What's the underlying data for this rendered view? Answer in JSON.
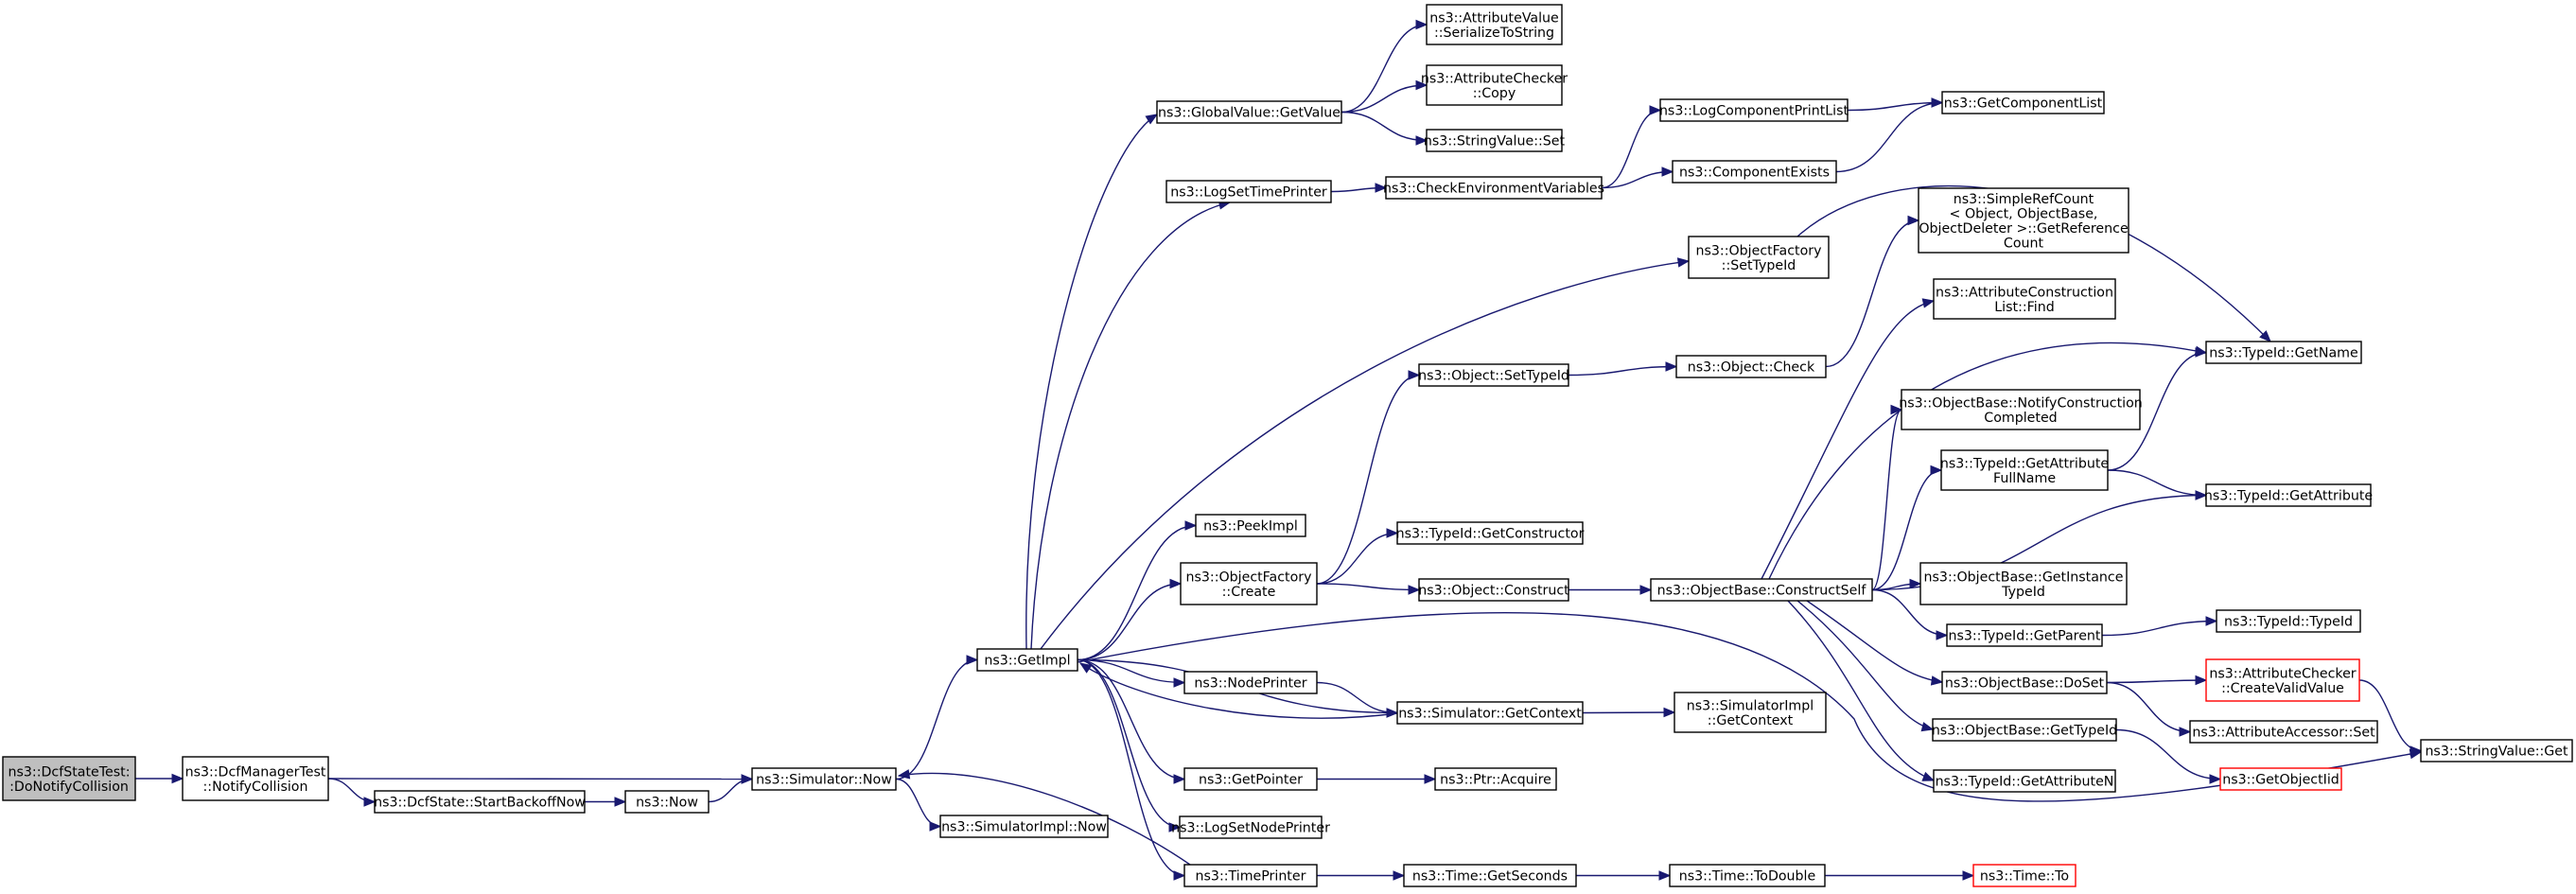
{
  "graph": {
    "title": "",
    "colors": {
      "edge": "#191970",
      "node_border": "#000000",
      "node_border_red": "#ff0000",
      "root_fill": "#bfbfbf"
    },
    "nodes": [
      {
        "id": "n0",
        "lines": [
          "ns3::DcfStateTest:",
          ":DoNotifyCollision"
        ],
        "root": true
      },
      {
        "id": "n1",
        "lines": [
          "ns3::DcfManagerTest",
          "::NotifyCollision"
        ]
      },
      {
        "id": "n2",
        "lines": [
          "ns3::DcfState::StartBackoffNow"
        ]
      },
      {
        "id": "n3",
        "lines": [
          "ns3::Now"
        ]
      },
      {
        "id": "n4",
        "lines": [
          "ns3::Simulator::Now"
        ]
      },
      {
        "id": "n5",
        "lines": [
          "ns3::SimulatorImpl::Now"
        ]
      },
      {
        "id": "n6",
        "lines": [
          "ns3::GetImpl"
        ]
      },
      {
        "id": "n7",
        "lines": [
          "ns3::GlobalValue::GetValue"
        ]
      },
      {
        "id": "n8",
        "lines": [
          "ns3::AttributeValue",
          "::SerializeToString"
        ]
      },
      {
        "id": "n9",
        "lines": [
          "ns3::AttributeChecker",
          "::Copy"
        ]
      },
      {
        "id": "n10",
        "lines": [
          "ns3::StringValue::Set"
        ]
      },
      {
        "id": "n11",
        "lines": [
          "ns3::LogSetTimePrinter"
        ]
      },
      {
        "id": "n12",
        "lines": [
          "ns3::CheckEnvironmentVariables"
        ]
      },
      {
        "id": "n13",
        "lines": [
          "ns3::LogComponentPrintList"
        ]
      },
      {
        "id": "n14",
        "lines": [
          "ns3::GetComponentList"
        ]
      },
      {
        "id": "n15",
        "lines": [
          "ns3::ComponentExists"
        ]
      },
      {
        "id": "n16",
        "lines": [
          "ns3::ObjectFactory",
          "::SetTypeId"
        ]
      },
      {
        "id": "n17",
        "lines": [
          "ns3::TypeId::GetName"
        ]
      },
      {
        "id": "n18",
        "lines": [
          "ns3::SimpleRefCount",
          "< Object, ObjectBase,",
          "ObjectDeleter >::GetReference",
          "Count"
        ]
      },
      {
        "id": "n19",
        "lines": [
          "ns3::AttributeConstruction",
          "List::Find"
        ]
      },
      {
        "id": "n20",
        "lines": [
          "ns3::Object::SetTypeId"
        ]
      },
      {
        "id": "n21",
        "lines": [
          "ns3::Object::Check"
        ]
      },
      {
        "id": "n22",
        "lines": [
          "ns3::ObjectBase::NotifyConstruction",
          "Completed"
        ]
      },
      {
        "id": "n23",
        "lines": [
          "ns3::TypeId::GetAttribute",
          "FullName"
        ]
      },
      {
        "id": "n24",
        "lines": [
          "ns3::TypeId::GetAttribute"
        ]
      },
      {
        "id": "n25",
        "lines": [
          "ns3::PeekImpl"
        ]
      },
      {
        "id": "n26",
        "lines": [
          "ns3::TypeId::GetConstructor"
        ]
      },
      {
        "id": "n27",
        "lines": [
          "ns3::ObjectFactory",
          "::Create"
        ]
      },
      {
        "id": "n28",
        "lines": [
          "ns3::Object::Construct"
        ]
      },
      {
        "id": "n29",
        "lines": [
          "ns3::ObjectBase::ConstructSelf"
        ]
      },
      {
        "id": "n30",
        "lines": [
          "ns3::ObjectBase::GetInstance",
          "TypeId"
        ]
      },
      {
        "id": "n31",
        "lines": [
          "ns3::TypeId::GetParent"
        ]
      },
      {
        "id": "n32",
        "lines": [
          "ns3::TypeId::TypeId"
        ]
      },
      {
        "id": "n33",
        "lines": [
          "ns3::ObjectBase::DoSet"
        ]
      },
      {
        "id": "n34",
        "lines": [
          "ns3::AttributeChecker",
          "::CreateValidValue"
        ],
        "red": true
      },
      {
        "id": "n35",
        "lines": [
          "ns3::AttributeAccessor::Set"
        ]
      },
      {
        "id": "n36",
        "lines": [
          "ns3::StringValue::Get"
        ]
      },
      {
        "id": "n37",
        "lines": [
          "ns3::NodePrinter"
        ]
      },
      {
        "id": "n38",
        "lines": [
          "ns3::Simulator::GetContext"
        ]
      },
      {
        "id": "n39",
        "lines": [
          "ns3::SimulatorImpl",
          "::GetContext"
        ]
      },
      {
        "id": "n40",
        "lines": [
          "ns3::ObjectBase::GetTypeId"
        ]
      },
      {
        "id": "n41",
        "lines": [
          "ns3::GetObjectIid"
        ],
        "red": true
      },
      {
        "id": "n42",
        "lines": [
          "ns3::TypeId::GetAttributeN"
        ]
      },
      {
        "id": "n43",
        "lines": [
          "ns3::GetPointer"
        ]
      },
      {
        "id": "n44",
        "lines": [
          "ns3::Ptr::Acquire"
        ]
      },
      {
        "id": "n45",
        "lines": [
          "ns3::LogSetNodePrinter"
        ]
      },
      {
        "id": "n46",
        "lines": [
          "ns3::TimePrinter"
        ]
      },
      {
        "id": "n47",
        "lines": [
          "ns3::Time::GetSeconds"
        ]
      },
      {
        "id": "n48",
        "lines": [
          "ns3::Time::ToDouble"
        ]
      },
      {
        "id": "n49",
        "lines": [
          "ns3::Time::To"
        ],
        "red": true
      }
    ],
    "edges": [
      [
        "n0",
        "n1"
      ],
      [
        "n1",
        "n4"
      ],
      [
        "n1",
        "n2"
      ],
      [
        "n2",
        "n3"
      ],
      [
        "n3",
        "n4"
      ],
      [
        "n4",
        "n6"
      ],
      [
        "n4",
        "n5"
      ],
      [
        "n6",
        "n7"
      ],
      [
        "n6",
        "n11"
      ],
      [
        "n6",
        "n16"
      ],
      [
        "n6",
        "n25"
      ],
      [
        "n6",
        "n27"
      ],
      [
        "n6",
        "n37"
      ],
      [
        "n6",
        "n38"
      ],
      [
        "n6",
        "n43"
      ],
      [
        "n6",
        "n45"
      ],
      [
        "n6",
        "n46"
      ],
      [
        "n6",
        "n36"
      ],
      [
        "n7",
        "n8"
      ],
      [
        "n7",
        "n9"
      ],
      [
        "n7",
        "n10"
      ],
      [
        "n11",
        "n12"
      ],
      [
        "n12",
        "n13"
      ],
      [
        "n12",
        "n15"
      ],
      [
        "n13",
        "n14"
      ],
      [
        "n15",
        "n14"
      ],
      [
        "n16",
        "n17"
      ],
      [
        "n27",
        "n20"
      ],
      [
        "n27",
        "n26"
      ],
      [
        "n27",
        "n28"
      ],
      [
        "n20",
        "n21"
      ],
      [
        "n21",
        "n18"
      ],
      [
        "n28",
        "n29"
      ],
      [
        "n29",
        "n19"
      ],
      [
        "n29",
        "n17"
      ],
      [
        "n29",
        "n22"
      ],
      [
        "n29",
        "n23"
      ],
      [
        "n29",
        "n24"
      ],
      [
        "n29",
        "n30"
      ],
      [
        "n29",
        "n31"
      ],
      [
        "n29",
        "n33"
      ],
      [
        "n29",
        "n40"
      ],
      [
        "n29",
        "n42"
      ],
      [
        "n23",
        "n17"
      ],
      [
        "n23",
        "n24"
      ],
      [
        "n31",
        "n32"
      ],
      [
        "n33",
        "n34"
      ],
      [
        "n33",
        "n35"
      ],
      [
        "n34",
        "n36"
      ],
      [
        "n37",
        "n38"
      ],
      [
        "n38",
        "n6"
      ],
      [
        "n38",
        "n39"
      ],
      [
        "n40",
        "n41"
      ],
      [
        "n43",
        "n44"
      ],
      [
        "n46",
        "n4"
      ],
      [
        "n46",
        "n47"
      ],
      [
        "n47",
        "n48"
      ],
      [
        "n48",
        "n49"
      ]
    ]
  }
}
